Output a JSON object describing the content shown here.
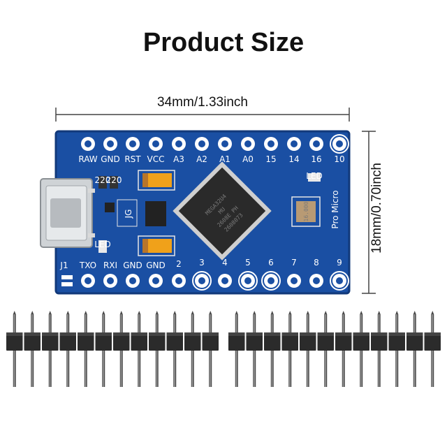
{
  "title": "Product Size",
  "dimensions": {
    "width_label": "34mm/1.33inch",
    "height_label": "18mm/0.70inch"
  },
  "board": {
    "top_labels": [
      "RAW",
      "GND",
      "RST",
      "VCC",
      "A3",
      "A2",
      "A1",
      "A0",
      "15",
      "14",
      "16",
      "10"
    ],
    "bottom_labels": [
      "J1",
      "TXO",
      "RXI",
      "GND",
      "GND",
      "2",
      "3",
      "4",
      "5",
      "6",
      "7",
      "8",
      "9"
    ],
    "side_label": "Pro Micro",
    "chip_lines": [
      "MEGA32U4",
      "MU",
      "2608E PH",
      "2608073"
    ],
    "regulator_label": "JG",
    "crystal_label": "16.000",
    "small_labels": [
      "220",
      "220",
      "LED",
      "LED"
    ]
  },
  "colors": {
    "pcb": "#1a4fa3",
    "pad": "#ffffff",
    "chip": "#2a2a2a",
    "header": "#2b2b2b"
  },
  "headers": {
    "strip_count": 2,
    "pins_per_strip": 12
  }
}
